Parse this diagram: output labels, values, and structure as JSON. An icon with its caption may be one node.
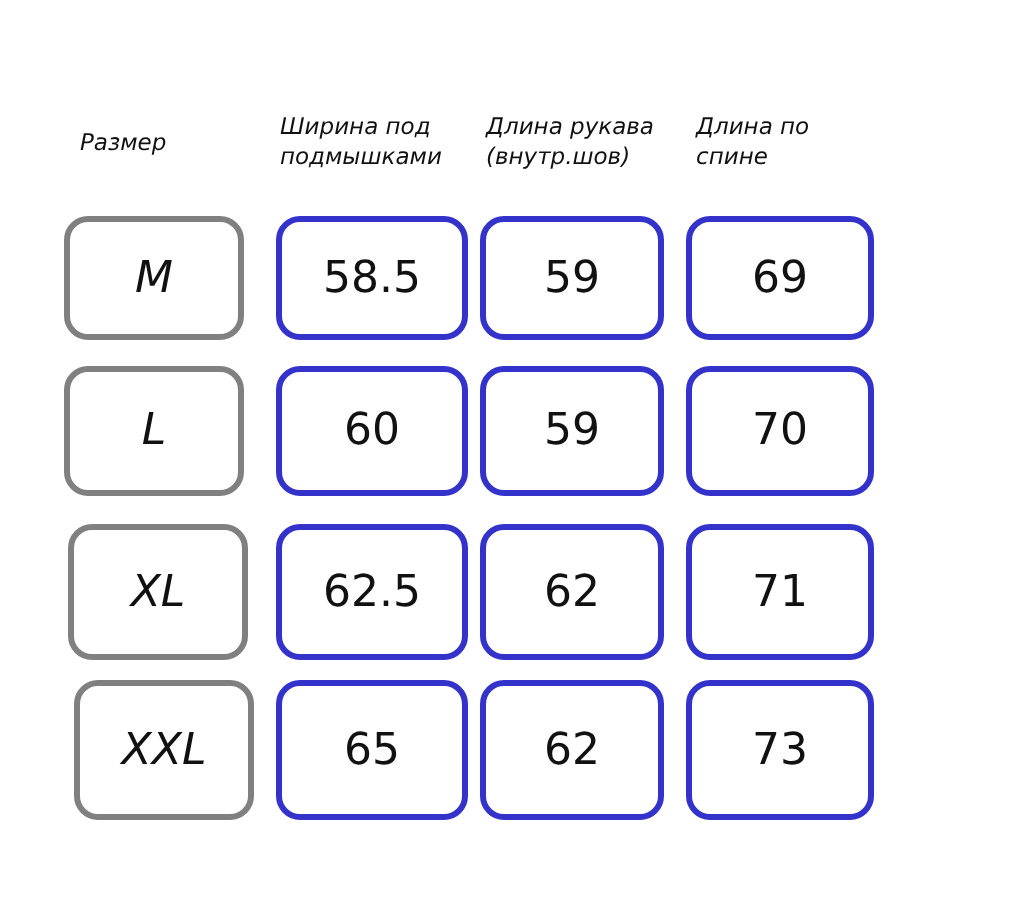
{
  "diagram": {
    "nodes": [
      {
        "text": [
          "M"
        ]
      },
      {
        "text": [
          "58.5"
        ]
      },
      {
        "text": [
          "59"
        ]
      },
      {
        "text": [
          "69"
        ]
      },
      {
        "text": [
          "L"
        ]
      },
      {
        "text": [
          "60"
        ]
      },
      {
        "text": [
          "59"
        ]
      },
      {
        "text": [
          "70"
        ]
      },
      {
        "text": [
          "XL"
        ]
      },
      {
        "text": [
          "62.5"
        ]
      },
      {
        "text": [
          "62"
        ]
      },
      {
        "text": [
          "71"
        ]
      },
      {
        "text": [
          "XXL"
        ]
      },
      {
        "text": [
          "65"
        ]
      },
      {
        "text": [
          "62"
        ]
      },
      {
        "text": [
          "73"
        ]
      }
    ],
    "labels": [
      "Размер",
      "Ширина под подмышками",
      "Длина рукава (внутр.шов)",
      "Длина по спине"
    ]
  }
}
